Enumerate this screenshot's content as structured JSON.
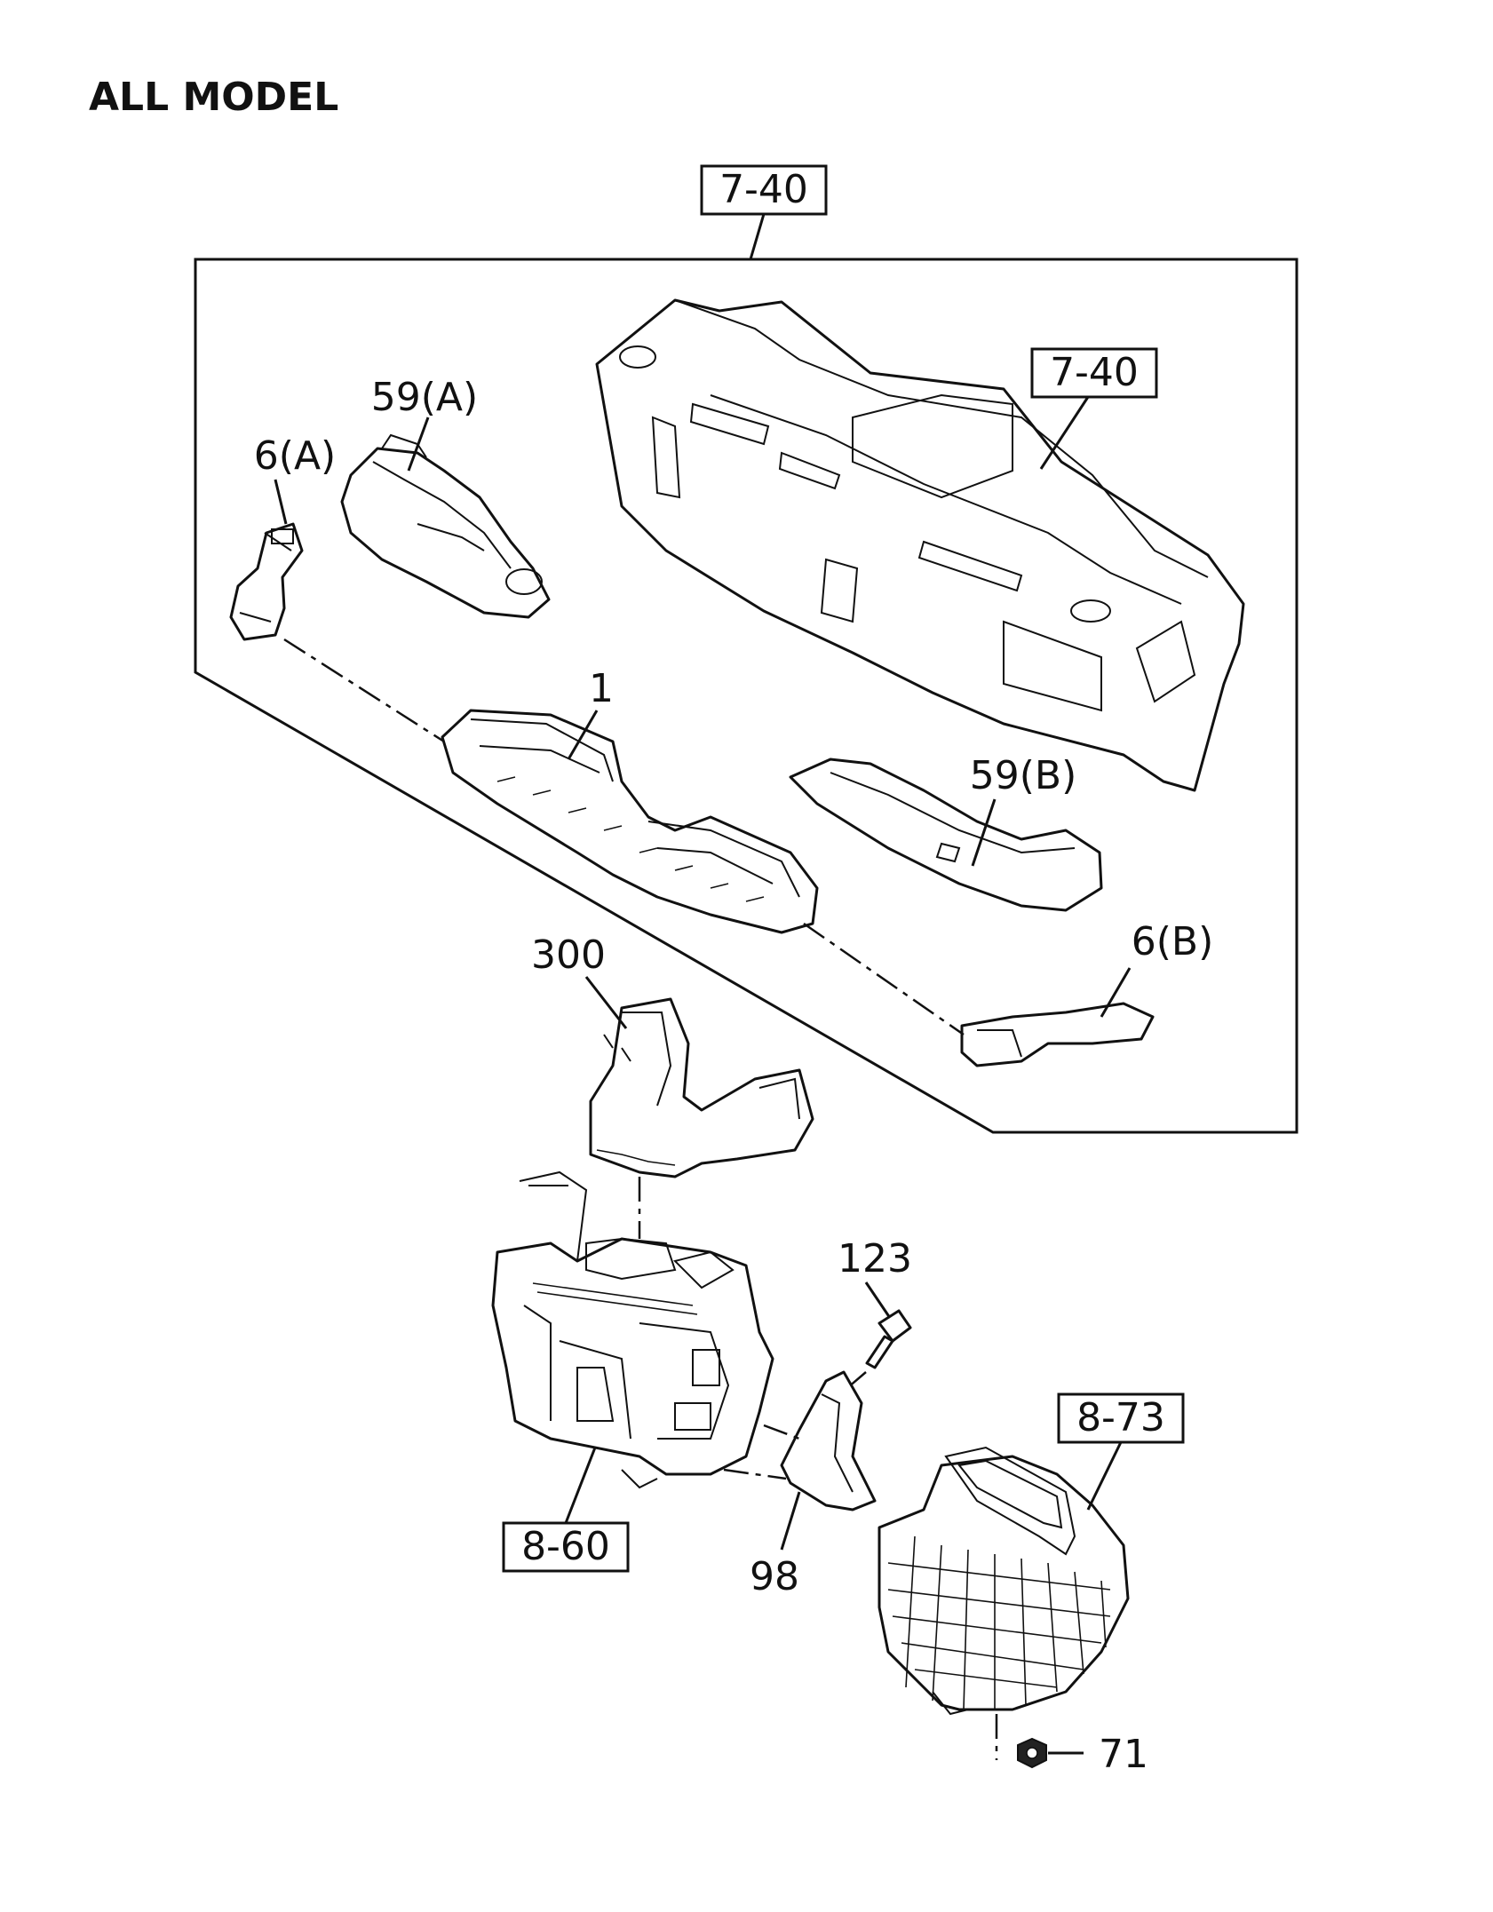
{
  "title": "ALL MODEL",
  "labels": {
    "ref_top": "7-40",
    "ref_panel": "7-40",
    "part_59a": "59(A)",
    "part_6a": "6(A)",
    "part_1": "1",
    "part_59b": "59(B)",
    "part_6b": "6(B)",
    "part_300": "300",
    "part_123": "123",
    "ref_8_73": "8-73",
    "ref_8_60": "8-60",
    "part_98": "98",
    "part_71": "71"
  }
}
